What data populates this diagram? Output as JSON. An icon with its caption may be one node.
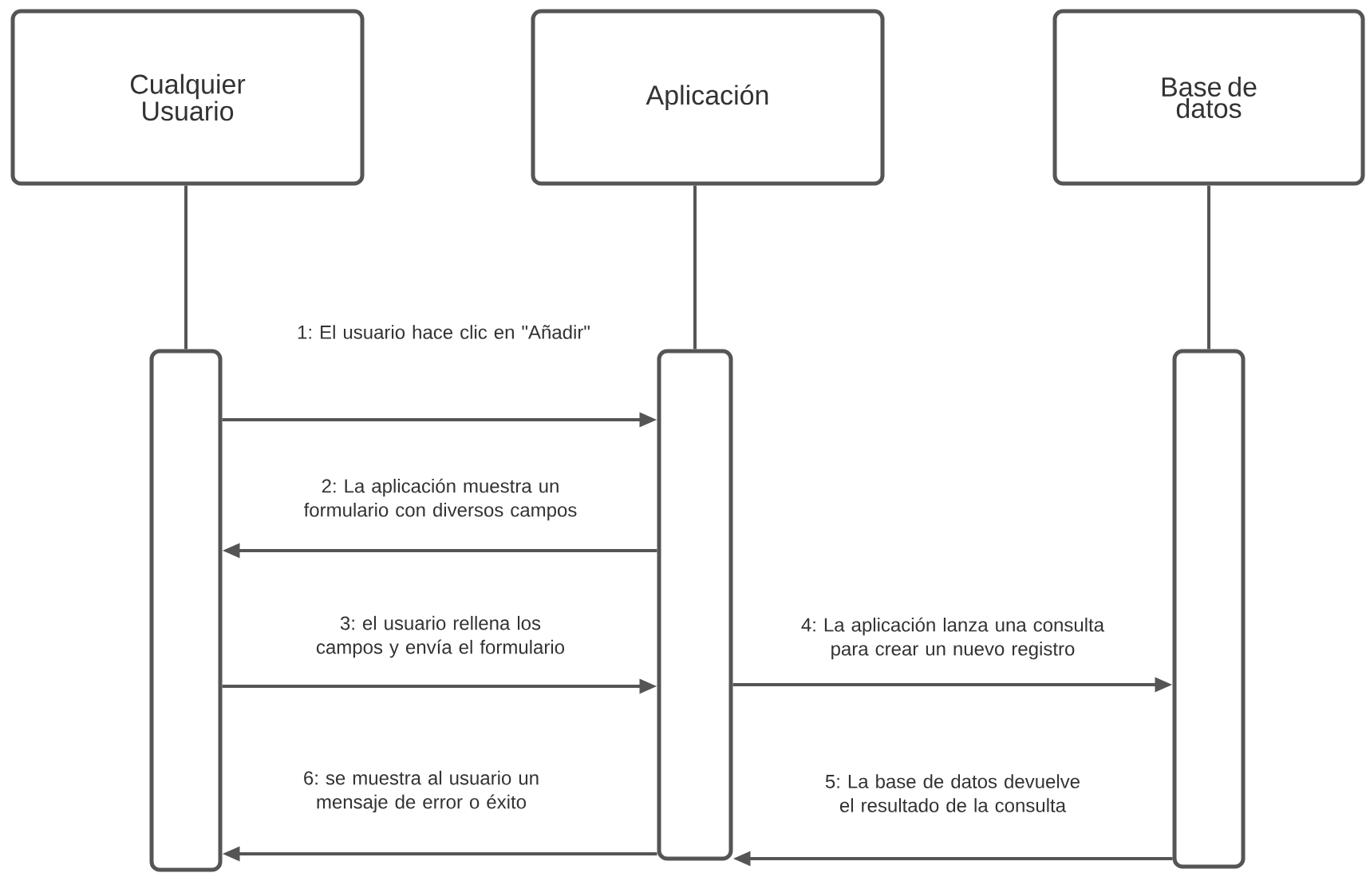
{
  "diagram": {
    "nodes": [
      {
        "text": [
          "Cualquier Usuario"
        ]
      },
      {
        "text": [
          "Aplicación"
        ]
      },
      {
        "text": [
          "Base de datos"
        ]
      },
      {
        "text": [],
        "shape": "bar"
      },
      {
        "text": [],
        "shape": "bar"
      },
      {
        "text": [],
        "shape": "bar"
      }
    ],
    "edges": [
      {
        "from": 0,
        "to": 3,
        "arrow": "none"
      },
      {
        "from": 1,
        "to": 4,
        "arrow": "none"
      },
      {
        "from": 2,
        "to": 5,
        "arrow": "none"
      },
      {
        "from": 3,
        "to": 4,
        "arrow": "to",
        "label": "1: El usuario hace clic en \"Añadir\""
      },
      {
        "from": 4,
        "to": 3,
        "arrow": "to",
        "label": "2: La aplicación muestra un formulario con diversos campos"
      },
      {
        "from": 3,
        "to": 4,
        "arrow": "to",
        "label": "3: el usuario rellena los campos y envía el formulario"
      },
      {
        "from": 4,
        "to": 5,
        "arrow": "to",
        "label": "4: La aplicación lanza una consulta para crear un nuevo registro"
      },
      {
        "from": 5,
        "to": 4,
        "arrow": "to",
        "label": "5: La base de datos devuelve el resultado de la consulta"
      },
      {
        "from": 4,
        "to": 3,
        "arrow": "to",
        "label": "6: se muestra al usuario un mensaje de error o éxito"
      }
    ]
  }
}
